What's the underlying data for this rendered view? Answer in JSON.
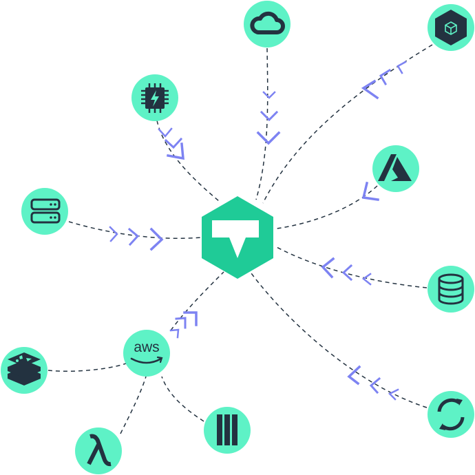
{
  "colors": {
    "node_fill": "#5EF2C6",
    "icon": "#233240",
    "hub": "#1FCB97",
    "hub_arrow": "#ffffff",
    "connector": "#233240",
    "chevron": "#7D83F2",
    "background": "#ffffff"
  },
  "hub": {
    "icon": "upload-arrow-logo"
  },
  "nodes": [
    {
      "id": "google-cloud",
      "icon": "cloud-icon"
    },
    {
      "id": "gcp-artifact",
      "icon": "hexagon-box-icon"
    },
    {
      "id": "hardware",
      "icon": "chip-bolt-icon"
    },
    {
      "id": "azure",
      "icon": "azure-icon"
    },
    {
      "id": "servers",
      "icon": "server-icon"
    },
    {
      "id": "database",
      "icon": "database-icon"
    },
    {
      "id": "aws",
      "icon": "aws-icon",
      "label": "aws"
    },
    {
      "id": "openshift",
      "icon": "openshift-icon"
    },
    {
      "id": "redis",
      "icon": "redis-icon"
    },
    {
      "id": "ec2",
      "icon": "ec2-icon"
    },
    {
      "id": "lambda",
      "icon": "lambda-icon"
    }
  ]
}
